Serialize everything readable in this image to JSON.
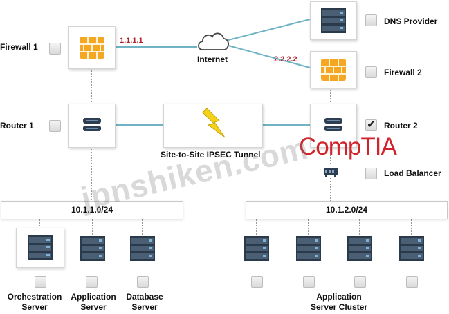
{
  "devices": {
    "firewall1": {
      "label": "Firewall 1",
      "ip": "1.1.1.1"
    },
    "internet": {
      "label": "Internet"
    },
    "firewall2": {
      "label": "Firewall 2",
      "ip": "2.2.2.2"
    },
    "dns_provider": {
      "label": "DNS Provider"
    },
    "router1": {
      "label": "Router 1"
    },
    "router2": {
      "label": "Router 2",
      "checked": true
    },
    "tunnel": {
      "label": "Site-to-Site IPSEC Tunnel"
    },
    "load_balancer": {
      "label": "Load Balancer"
    }
  },
  "subnets": {
    "left": {
      "label": "10.1.1.0/24"
    },
    "right": {
      "label": "10.1.2.0/24"
    }
  },
  "servers": {
    "orchestration": {
      "label_line1": "Orchestration",
      "label_line2": "Server"
    },
    "application": {
      "label_line1": "Application",
      "label_line2": "Server"
    },
    "database": {
      "label_line1": "Database",
      "label_line2": "Server"
    },
    "cluster": {
      "label_line1": "Application",
      "label_line2": "Server Cluster"
    }
  },
  "branding": {
    "logo_text": "CompTIA",
    "watermark_text": "jpnshiken.com"
  },
  "colors": {
    "link": "#6fb3c4",
    "ip_label": "#b0202a",
    "brand": "#d2232a",
    "firewall": "#f5a623"
  }
}
